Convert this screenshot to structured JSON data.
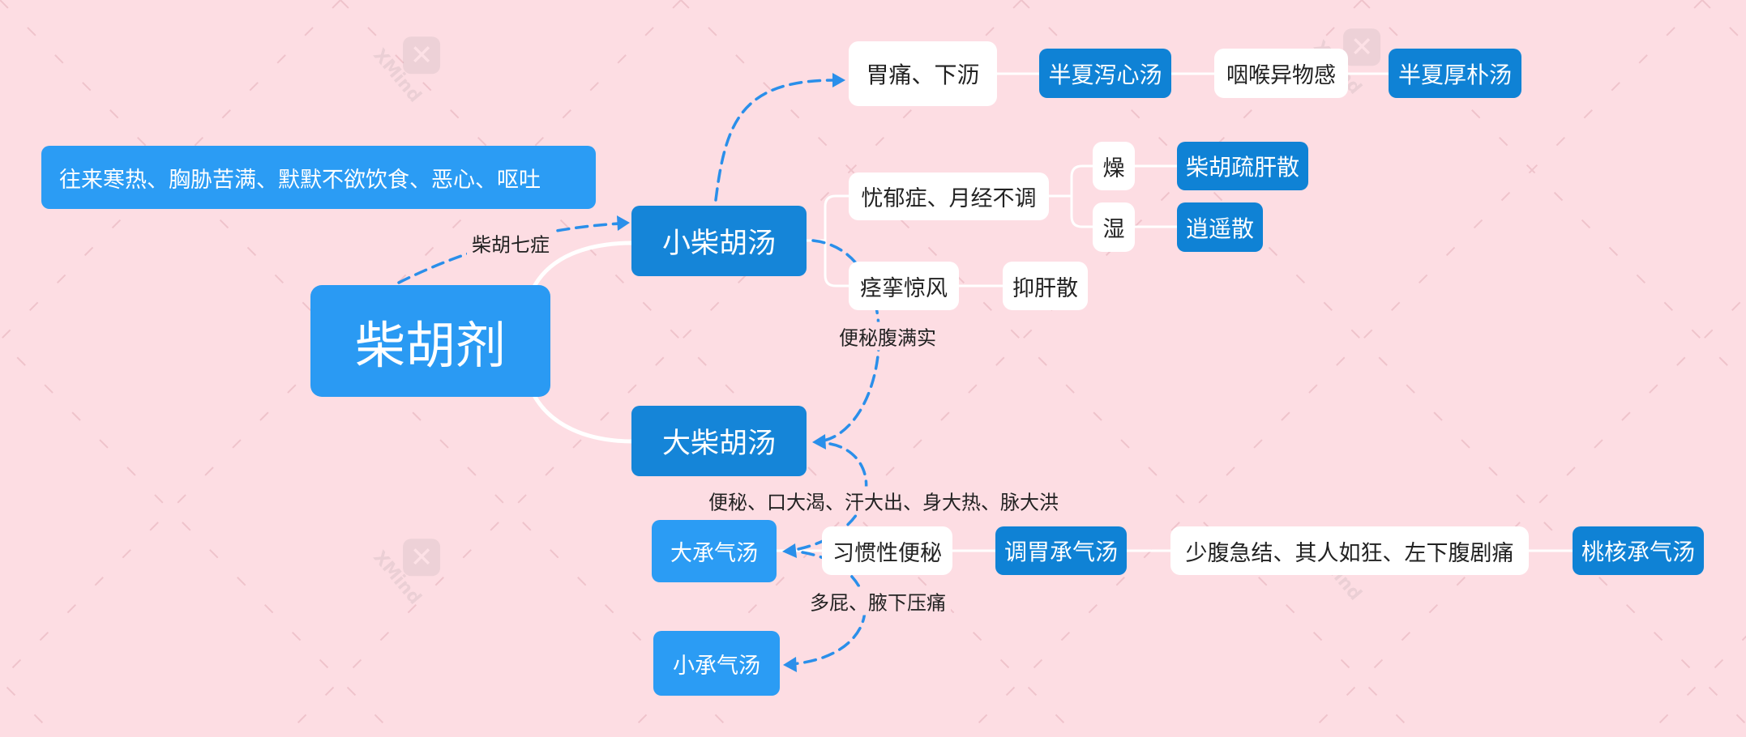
{
  "colors": {
    "background": "#fddde3",
    "root": "#2a9af3",
    "main_topic": "#1585d8",
    "leaf_topic": "#0f82d5",
    "light_topic": "#2b9cf4",
    "relation_line": "#2a8fea",
    "branch_line": "#ffffff"
  },
  "watermark": "XMind",
  "root": {
    "label": "柴胡剂"
  },
  "floating": {
    "label": "往来寒热、胸胁苦满、默默不欲饮食、恶心、呕吐"
  },
  "relations": {
    "seven_symptoms": "柴胡七症",
    "to_da_chaihu": "便秘腹满实",
    "to_da_chengqi": "便秘、口大渴、汗大出、身大热、脉大洪",
    "to_xiao_chengqi": "多屁、腋下压痛"
  },
  "topics": {
    "xiao_chaihu": "小柴胡汤",
    "da_chaihu": "大柴胡汤",
    "weitong": "胃痛、下沥",
    "banxia_xiexin": "半夏泻心汤",
    "yanhou": "咽喉异物感",
    "banxia_houpu": "半夏厚朴汤",
    "youyu": "忧郁症、月经不调",
    "zao": "燥",
    "chaihu_shugan": "柴胡疏肝散",
    "shi": "湿",
    "xiaoyao": "逍遥散",
    "jingluan": "痉挛惊风",
    "yigan": "抑肝散",
    "da_chengqi": "大承气汤",
    "xiguan": "习惯性便秘",
    "tiaowei": "调胃承气汤",
    "shaofu": "少腹急结、其人如狂、左下腹剧痛",
    "taohe": "桃核承气汤",
    "xiao_chengqi": "小承气汤"
  }
}
